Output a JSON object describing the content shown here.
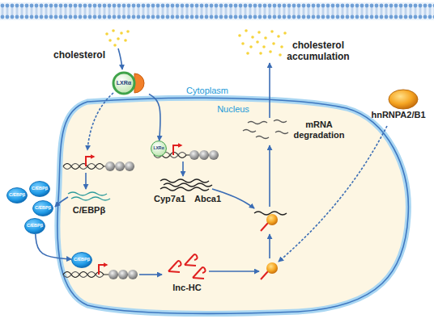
{
  "diagram": {
    "nodes": [
      {
        "text": [
          "LXRα"
        ]
      },
      {
        "text": [
          "Nucleus"
        ]
      },
      {
        "text": [
          "LXRα"
        ],
        "in": 1
      },
      {
        "text": [
          "C/EBPβ"
        ]
      },
      {
        "text": [
          "C/EBPβ"
        ]
      },
      {
        "text": [
          "C/EBPβ"
        ]
      },
      {
        "text": [
          "C/EBPβ"
        ]
      },
      {
        "text": [
          "C/EBPβ"
        ],
        "in": 1
      },
      {
        "text": [
          "hnRNPA2/B1"
        ]
      }
    ],
    "edges": [
      {
        "from": 0,
        "to": 2,
        "arrow": "to"
      },
      {
        "from": 6,
        "to": 7,
        "arrow": "to"
      }
    ],
    "labels": [
      "cholesterol",
      "cholesterol accumulation",
      "Cytoplasm",
      "mRNA degradation",
      "C/EBPβ",
      "Cyp7a1",
      "Abca1",
      "lnc-HC"
    ]
  }
}
